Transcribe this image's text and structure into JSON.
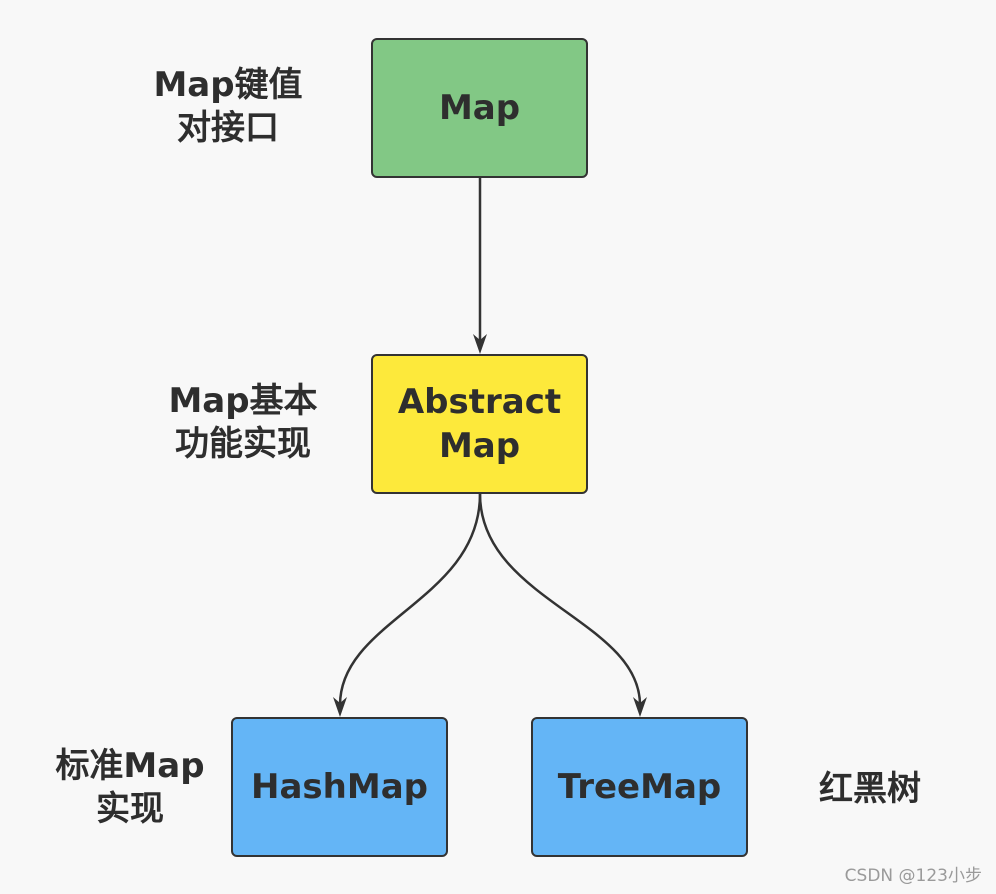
{
  "nodes": {
    "map": {
      "label": "Map",
      "color": "#82c885"
    },
    "abstract_map": {
      "line1": "Abstract",
      "line2": "Map",
      "color": "#fde93b"
    },
    "hash_map": {
      "label": "HashMap",
      "color": "#64b5f6"
    },
    "tree_map": {
      "label": "TreeMap",
      "color": "#64b5f6"
    }
  },
  "annotations": {
    "map_note": {
      "line1": "Map键值",
      "line2": "对接口"
    },
    "abstract_note": {
      "line1": "Map基本",
      "line2": "功能实现"
    },
    "hash_note": {
      "line1": "标准Map",
      "line2": "实现"
    },
    "tree_note": {
      "label": "红黑树"
    }
  },
  "watermark": "CSDN @123小步",
  "edge_color": "#333333"
}
